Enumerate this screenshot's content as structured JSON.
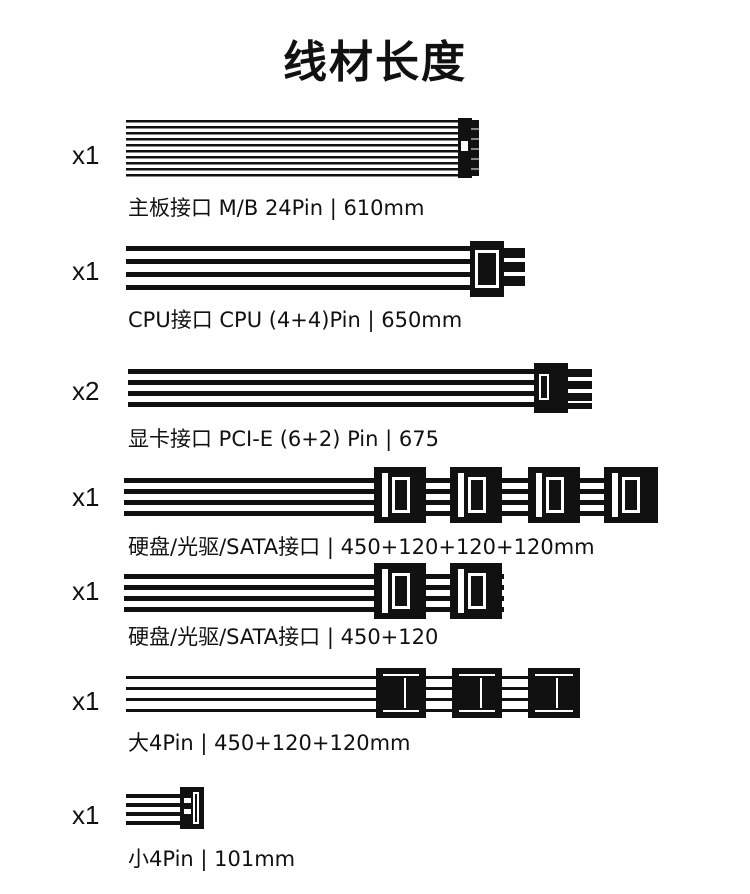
{
  "title": "线材长度",
  "cables": [
    {
      "quantity": "x1",
      "label": "主板接口 M/B 24Pin | 610mm",
      "connector": "24pin-connector"
    },
    {
      "quantity": "x1",
      "label": "CPU接口 CPU (4+4)Pin | 650mm",
      "connector": "cpu-8pin-connector"
    },
    {
      "quantity": "x2",
      "label": "显卡接口 PCI-E (6+2) Pin | 675",
      "connector": "pcie-6plus2-connector"
    },
    {
      "quantity": "x1",
      "label": "硬盘/光驱/SATA接口 | 450+120+120+120mm",
      "connector": "sata-connector"
    },
    {
      "quantity": "x1",
      "label": "硬盘/光驱/SATA接口 | 450+120",
      "connector": "sata-connector"
    },
    {
      "quantity": "x1",
      "label": "大4Pin | 450+120+120mm",
      "connector": "molex-connector"
    },
    {
      "quantity": "x1",
      "label": "小4Pin | 101mm",
      "connector": "floppy-4pin-connector"
    }
  ],
  "colors": {
    "cable": "#111111",
    "background": "#ffffff"
  }
}
